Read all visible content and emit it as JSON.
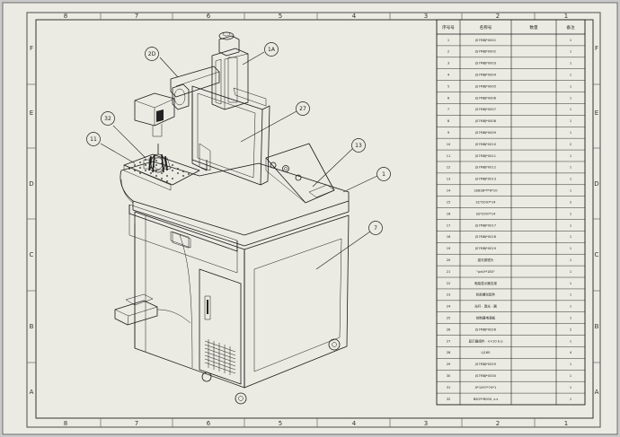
{
  "drawing": {
    "zones_top": [
      "8",
      "7",
      "6",
      "5",
      "4",
      "3",
      "2",
      "1"
    ],
    "zones_bottom": [
      "8",
      "7",
      "6",
      "5",
      "4",
      "3",
      "2",
      "1"
    ],
    "zones_left": [
      "F",
      "E",
      "D",
      "C",
      "B",
      "A"
    ],
    "zones_right": [
      "F",
      "E",
      "D",
      "C",
      "B",
      "A"
    ],
    "balloons": [
      {
        "id": "b-2d",
        "label": "2D"
      },
      {
        "id": "b-1a",
        "label": "1A"
      },
      {
        "id": "b-27",
        "label": "27"
      },
      {
        "id": "b-32",
        "label": "32"
      },
      {
        "id": "b-11",
        "label": "11"
      },
      {
        "id": "b-13",
        "label": "13"
      },
      {
        "id": "b-1",
        "label": "1"
      },
      {
        "id": "b-7",
        "label": "7"
      }
    ]
  },
  "bom": {
    "headers": [
      "序号号",
      "名称号",
      "数量",
      "备注"
    ],
    "rows": [
      [
        "1",
        "JS7M8J*0001",
        "",
        "1"
      ],
      [
        "2",
        "JS7M8J*0002",
        "",
        "1"
      ],
      [
        "3",
        "JS7M8J*0003",
        "",
        "1"
      ],
      [
        "4",
        "JS7M8J*0004",
        "",
        "1"
      ],
      [
        "5",
        "JS7M8J*0005",
        "",
        "1"
      ],
      [
        "6",
        "JS7M8J*0006",
        "",
        "1"
      ],
      [
        "7",
        "JS7M8J*0007",
        "",
        "1"
      ],
      [
        "8",
        "JS7M8J*0008",
        "",
        "1"
      ],
      [
        "9",
        "JS7M8J*0009",
        "",
        "1"
      ],
      [
        "10",
        "JS7M8J*0010",
        "",
        "2"
      ],
      [
        "11",
        "JS7M8J*0011",
        "",
        "1"
      ],
      [
        "12",
        "JS7M8J*0012",
        "",
        "1"
      ],
      [
        "13",
        "JS7M8J*0013",
        "",
        "1"
      ],
      [
        "14",
        "SS8SB*Y*6*10",
        "",
        "1"
      ],
      [
        "15",
        "SC*2097*14",
        "",
        "2"
      ],
      [
        "16",
        "SS*2097*14",
        "",
        "1"
      ],
      [
        "17",
        "JS7M8J*0017",
        "",
        "1"
      ],
      [
        "18",
        "JS7M8J*0018",
        "",
        "1"
      ],
      [
        "19",
        "JS7M8J*0019",
        "",
        "1"
      ],
      [
        "20",
        "激光振镜头",
        "",
        "1"
      ],
      [
        "21",
        "\"peLY*183\"",
        "",
        "1"
      ],
      [
        "22",
        "电脑显示器支架",
        "",
        "1"
      ],
      [
        "23",
        "机柜螺丝配件",
        "",
        "1"
      ],
      [
        "24",
        "光纤 · 激光 · 器",
        "",
        "1"
      ],
      [
        "25",
        "控制器电源板",
        "",
        "1"
      ],
      [
        "26",
        "JS7M8J*0026",
        "",
        "2"
      ],
      [
        "27",
        "显示器组件 · n×10 b p",
        "",
        "1"
      ],
      [
        "28",
        "LJ160",
        "",
        "4"
      ],
      [
        "29",
        "JS7M8J*0029",
        "",
        "1"
      ],
      [
        "30",
        "JS7M8J*0030",
        "",
        "1"
      ],
      [
        "31",
        "X*1097*74*1",
        "",
        "1"
      ],
      [
        "32",
        "BSGY*8000, s.s",
        "",
        "1"
      ]
    ]
  }
}
